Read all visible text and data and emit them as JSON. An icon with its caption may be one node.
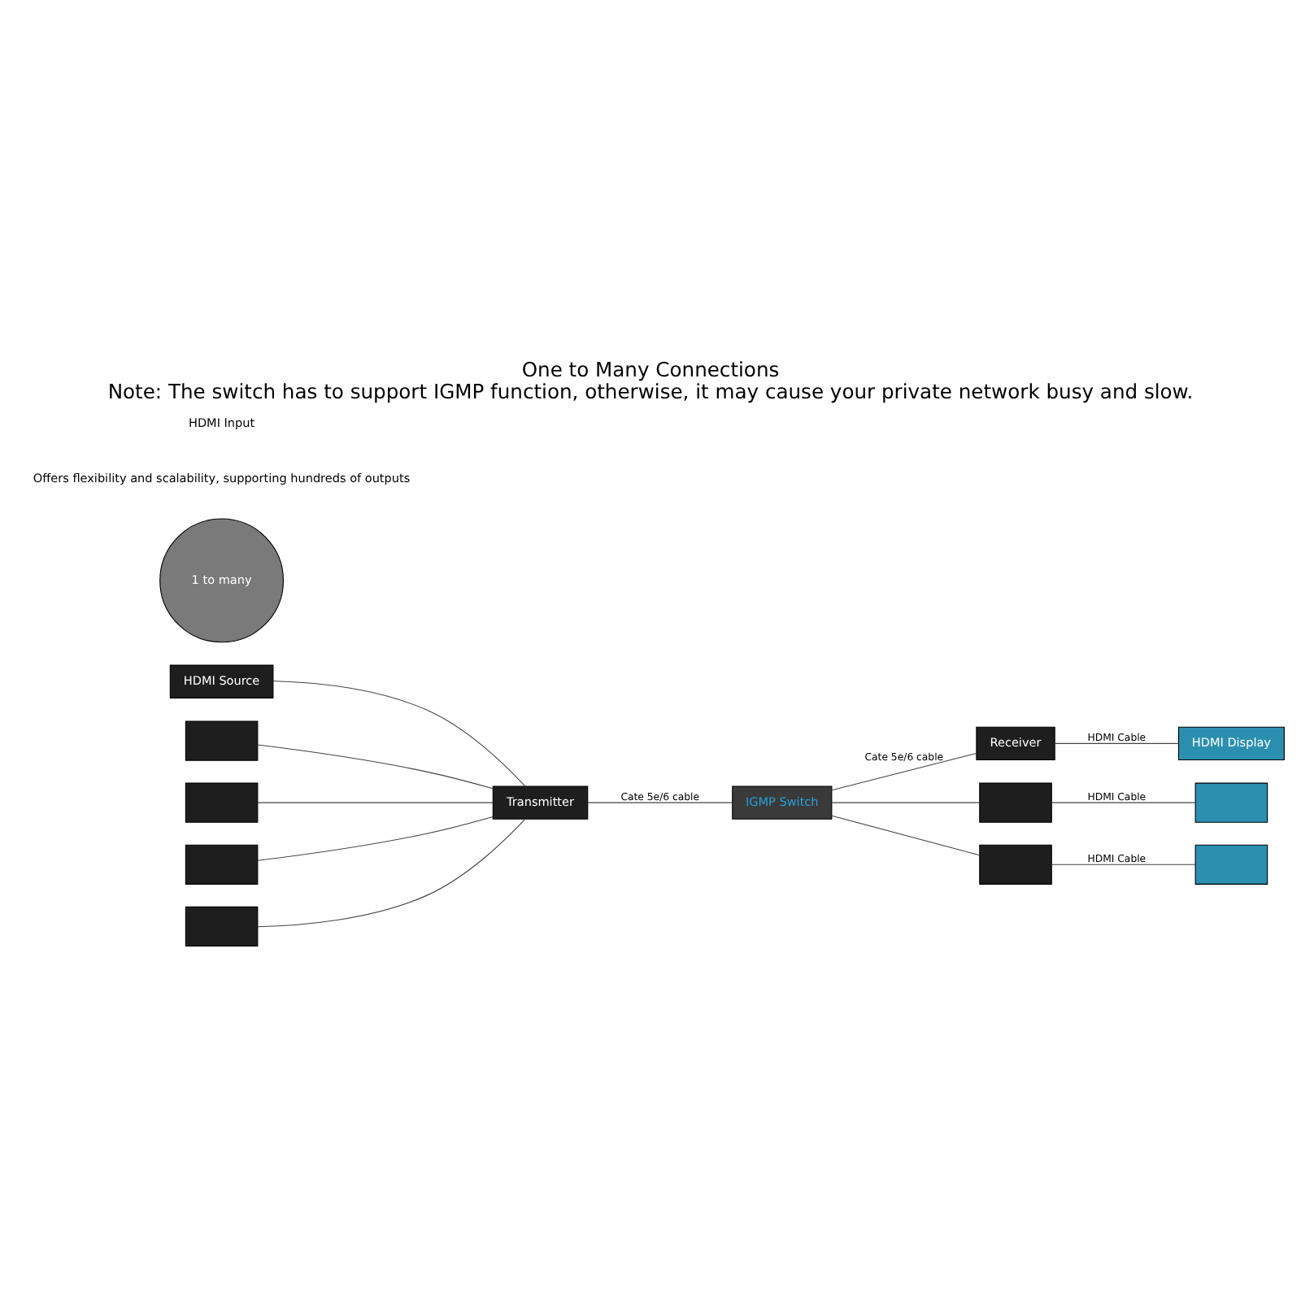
{
  "diagram": {
    "title": "One to Many Connections",
    "caption": "Note: The switch has to support IGMP function, otherwise, it may cause your private network busy and slow.",
    "nodes": [
      {
        "text": [
          "HDMI Source"
        ]
      },
      {
        "text": [],
        "shape": "box"
      },
      {
        "text": [],
        "shape": "box"
      },
      {
        "text": [],
        "shape": "box"
      },
      {
        "text": [],
        "shape": "box"
      },
      {
        "text": [
          "1 to many"
        ]
      },
      {
        "text": [
          "Transmitter"
        ]
      },
      {
        "text": [
          "IGMP Switch"
        ]
      },
      {
        "text": [
          "Receiver"
        ]
      },
      {
        "text": [
          "HDMI Display"
        ]
      },
      {
        "text": [],
        "shape": "box"
      },
      {
        "text": [],
        "shape": "box"
      },
      {
        "text": [],
        "shape": "box"
      },
      {
        "text": [],
        "shape": "box"
      }
    ],
    "edges": [
      {
        "from": 0,
        "to": 6,
        "arrow": "none"
      },
      {
        "from": 1,
        "to": 6,
        "arrow": "none"
      },
      {
        "from": 2,
        "to": 6,
        "arrow": "none"
      },
      {
        "from": 3,
        "to": 6,
        "arrow": "none"
      },
      {
        "from": 4,
        "to": 6,
        "arrow": "none"
      },
      {
        "from": 6,
        "to": 7,
        "arrow": "none",
        "label": "Cate 5e/6 cable"
      },
      {
        "from": 7,
        "to": 8,
        "arrow": "none",
        "label": "Cate 5e/6 cable"
      },
      {
        "from": 7,
        "to": 10,
        "arrow": "none"
      },
      {
        "from": 7,
        "to": 12,
        "arrow": "none"
      },
      {
        "from": 8,
        "to": 9,
        "arrow": "none",
        "label": "HDMI Cable"
      },
      {
        "from": 10,
        "to": 11,
        "arrow": "none",
        "label": "HDMI Cable"
      },
      {
        "from": 12,
        "to": 13,
        "arrow": "none",
        "label": "HDMI Cable"
      }
    ],
    "labels": [
      "Offers flexibility and scalability, supporting hundreds of outputs",
      "HDMI Input"
    ]
  }
}
